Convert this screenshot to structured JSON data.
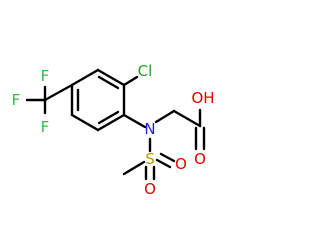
{
  "molecule": {
    "atoms": {
      "chlorine": {
        "label": "Cl",
        "color": "#1fa01f"
      },
      "nitrogen": {
        "label": "N",
        "color": "#1f1fd9"
      },
      "sulfur": {
        "label": "S",
        "color": "#b3a000"
      },
      "oxygen_s_right": {
        "label": "O",
        "color": "#e00000"
      },
      "oxygen_s_bottom": {
        "label": "O",
        "color": "#e00000"
      },
      "oxygen_acid_top": {
        "label": "OH",
        "color": "#e00000"
      },
      "oxygen_acid_carbonyl": {
        "label": "O",
        "color": "#e00000"
      },
      "fluorine_top": {
        "label": "F",
        "color": "#39b54a"
      },
      "fluorine_left": {
        "label": "F",
        "color": "#39b54a"
      },
      "fluorine_bottom": {
        "label": "F",
        "color": "#39b54a"
      }
    },
    "bond_color": "#000000"
  }
}
